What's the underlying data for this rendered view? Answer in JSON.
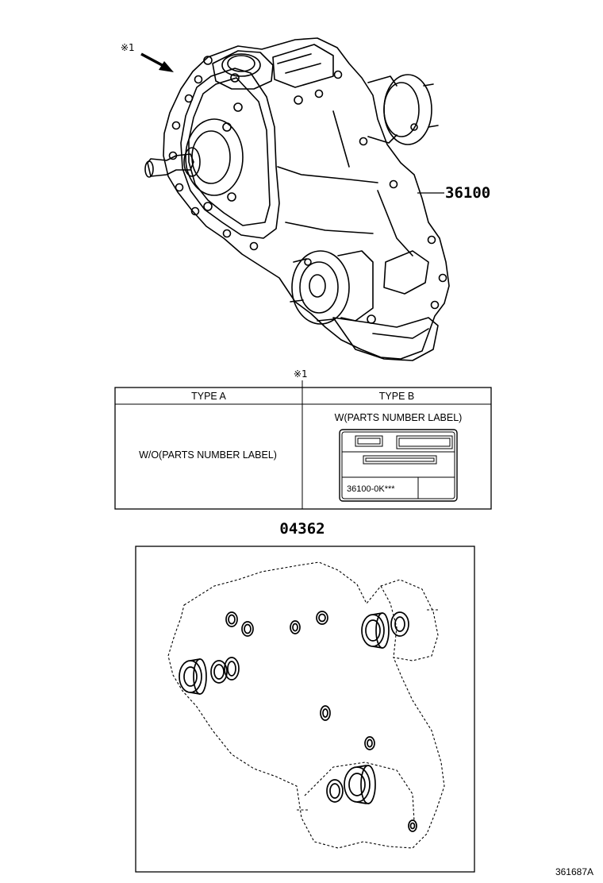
{
  "transfer_assembly": {
    "part_number": "36100",
    "note_mark": "※1"
  },
  "label_table": {
    "note_mark": "※1",
    "col_a_header": "TYPE A",
    "col_b_header": "TYPE B",
    "col_a_text": "W/O(PARTS NUMBER LABEL)",
    "col_b_text": "W(PARTS NUMBER LABEL)",
    "label_code": "36100-0K***"
  },
  "gasket_kit": {
    "part_number": "04362"
  },
  "figure_id": "361687A"
}
